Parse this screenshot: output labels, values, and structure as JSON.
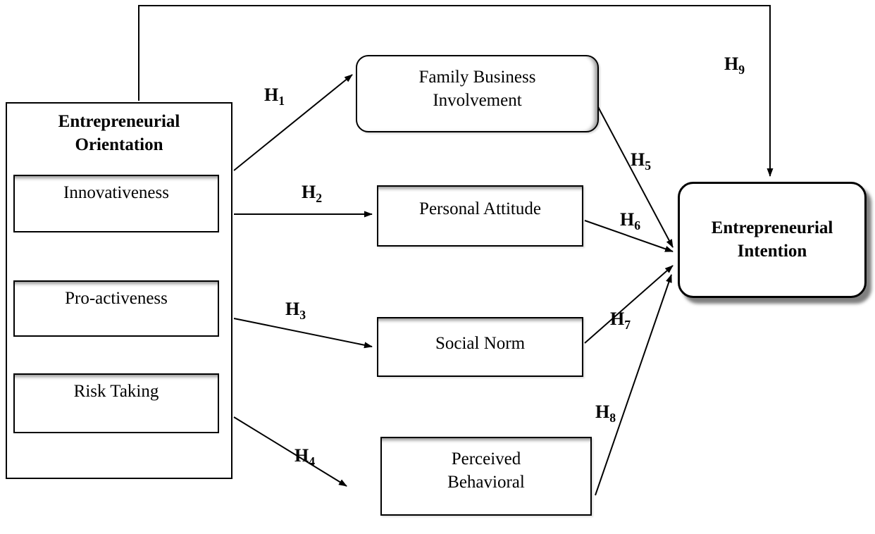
{
  "diagram": {
    "eo": {
      "title": "Entrepreneurial Orientation",
      "items": [
        "Innovativeness",
        "Pro-activeness",
        "Risk Taking"
      ]
    },
    "mediators": {
      "family_business_involvement": "Family Business Involvement",
      "personal_attitude": "Personal Attitude",
      "social_norm": "Social Norm",
      "perceived_behavioral": "Perceived Behavioral"
    },
    "outcome": "Entrepreneurial Intention",
    "hypotheses": [
      {
        "base": "H",
        "sub": "1"
      },
      {
        "base": "H",
        "sub": "2"
      },
      {
        "base": "H",
        "sub": "3"
      },
      {
        "base": "H",
        "sub": "4"
      },
      {
        "base": "H",
        "sub": "5"
      },
      {
        "base": "H",
        "sub": "6"
      },
      {
        "base": "H",
        "sub": "7"
      },
      {
        "base": "H",
        "sub": "8"
      },
      {
        "base": "H",
        "sub": "9"
      }
    ],
    "colors": {
      "line": "#000000",
      "border": "#000000",
      "background": "#ffffff"
    }
  }
}
